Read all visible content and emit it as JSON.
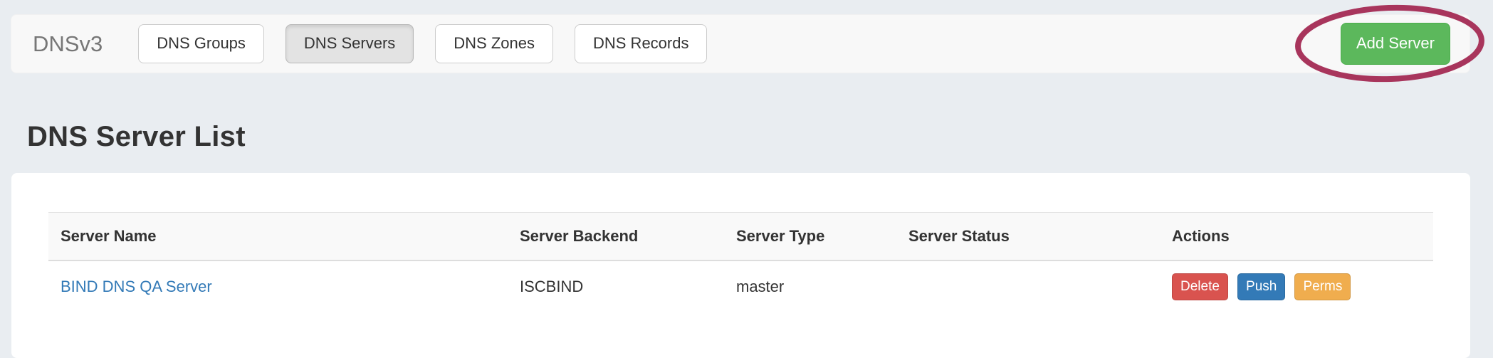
{
  "navbar": {
    "brand": "DNSv3",
    "tabs": [
      {
        "label": "DNS Groups",
        "active": false
      },
      {
        "label": "DNS Servers",
        "active": true
      },
      {
        "label": "DNS Zones",
        "active": false
      },
      {
        "label": "DNS Records",
        "active": false
      }
    ],
    "add_button": {
      "label": "Add Server",
      "color": "#5cb85c"
    }
  },
  "annotation": {
    "shape": "ellipse",
    "color": "#a8355c"
  },
  "page_title": "DNS Server List",
  "table": {
    "columns": [
      "Server Name",
      "Server Backend",
      "Server Type",
      "Server Status",
      "Actions"
    ],
    "link_color": "#337ab7",
    "rows": [
      {
        "server_name": "BIND DNS QA Server",
        "server_backend": "ISCBIND",
        "server_type": "master",
        "server_status": "",
        "actions": [
          {
            "label": "Delete",
            "color": "#d9534f"
          },
          {
            "label": "Push",
            "color": "#337ab7"
          },
          {
            "label": "Perms",
            "color": "#f0ad4e"
          }
        ]
      }
    ]
  }
}
